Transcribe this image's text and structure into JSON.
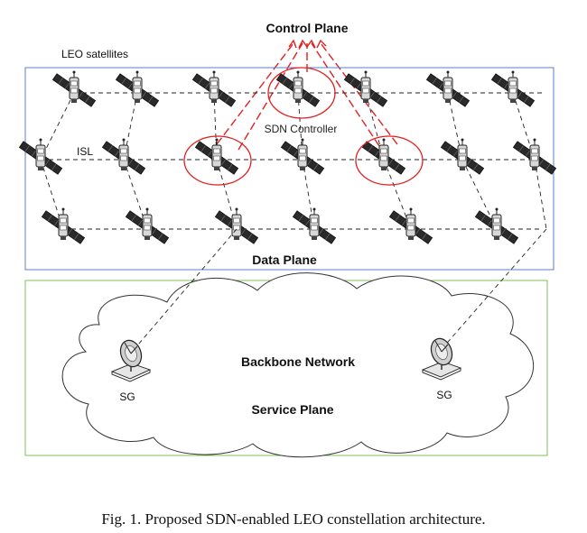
{
  "labels": {
    "control_plane": "Control Plane",
    "leo_satellites": "LEO satellites",
    "sdn_controller": "SDN Controller",
    "isl": "ISL",
    "data_plane": "Data Plane",
    "backbone_network": "Backbone Network",
    "service_plane": "Service Plane",
    "ground_station_left": "SG",
    "ground_station_right": "SG"
  },
  "caption": "Fig. 1.  Proposed SDN-enabled LEO constellation architecture.",
  "colors": {
    "data_plane_border": "#5b7fc4",
    "service_plane_border": "#7fbf5f",
    "controller_highlight": "#e02020",
    "link": "#222222"
  },
  "icons": {
    "satellite": "satellite-icon",
    "ground_station": "ground-station-dish-icon"
  }
}
